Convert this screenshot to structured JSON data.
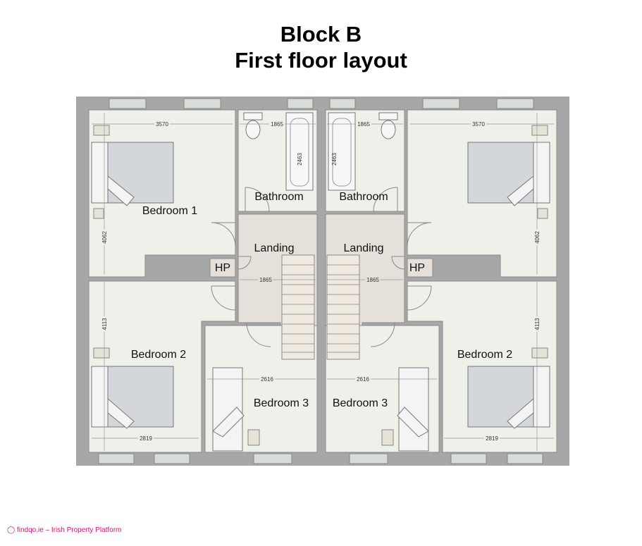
{
  "title": {
    "line1": "Block B",
    "line2": "First floor layout"
  },
  "rooms": {
    "left": {
      "bedroom1": "Bedroom 1",
      "bathroom": "Bathroom",
      "landing": "Landing",
      "hp": "HP",
      "bedroom2": "Bedroom 2",
      "bedroom3": "Bedroom 3"
    },
    "right": {
      "bedroom1_dim": "3570",
      "bathroom": "Bathroom",
      "landing": "Landing",
      "hp": "HP",
      "bedroom2": "Bedroom 2",
      "bedroom3": "Bedroom 3"
    }
  },
  "dimensions": {
    "left": {
      "bed1_width": "3570",
      "bed1_height": "4062",
      "bath_width": "1865",
      "bath_tub": "2463",
      "landing_width": "1865",
      "bed2_height": "4113",
      "bed2_width": "2819",
      "bed3_width": "2616"
    },
    "right": {
      "bed1_width": "3570",
      "bed1_height": "4062",
      "bath_width": "1865",
      "bath_tub": "2463",
      "landing_width": "1865",
      "bed2_height": "4113",
      "bed2_width": "2819",
      "bed3_width": "2616"
    }
  },
  "footer": {
    "text": "findqo.ie – Irish Property Platform"
  },
  "colors": {
    "wall": "#a7a7a7",
    "room": "#eef0ea",
    "landing": "#e6e0da",
    "bed": "#d3d6da",
    "brand": "#e0106a"
  }
}
